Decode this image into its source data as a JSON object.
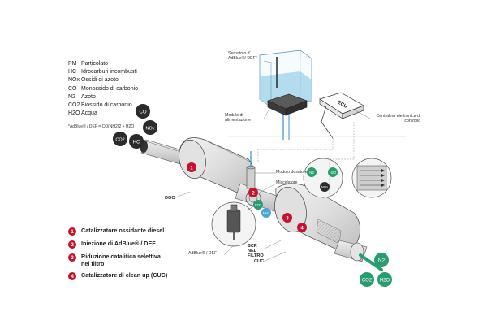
{
  "legend": {
    "items": [
      {
        "abbr": "PM",
        "name": "Particolato"
      },
      {
        "abbr": "HC",
        "name": "Idrocarburi incombusti"
      },
      {
        "abbr": "NOx",
        "name": "Ossidi di azoto"
      },
      {
        "abbr": "CO",
        "name": "Monossido di carbonio"
      },
      {
        "abbr": "N2",
        "name": "Azoto"
      },
      {
        "abbr": "CO2",
        "name": "Biossido di carbonio"
      },
      {
        "abbr": "H2O",
        "name": "Acqua"
      }
    ],
    "note": "*AdBlue® / DEF = CO(NH2)2 + H2O"
  },
  "key": [
    {
      "num": "1",
      "label": "Catalizzatore ossidante diesel"
    },
    {
      "num": "2",
      "label": "Iniezione di AdBlue® / DEF"
    },
    {
      "num": "3",
      "label": "Riduzione catalitica selettiva nel filtro"
    },
    {
      "num": "4",
      "label": "Catalizzatore di clean up (CUC)"
    }
  ],
  "labels": {
    "tank": "Serbatoio d' AdBlue®/ DEF*",
    "supply_module": "Modulo di alimentazione",
    "ecu_box": "ECU",
    "ecu": "Centralina elettronica di controllo",
    "dosing_module": "Modulo dosatore",
    "mixer": "Miscelatore",
    "doc": "DOC",
    "adblue_def": "AdBlue® / DEF",
    "scr_filter": "SCR NEL FILTRO",
    "cuc": "CUC"
  },
  "molecules": {
    "inlet": [
      "CO",
      "NOx",
      "CO2",
      "HC"
    ],
    "outlet": [
      "N2",
      "CO2",
      "H2O"
    ],
    "reaction": [
      "N2",
      "H2O",
      "NOx"
    ],
    "mixer": [
      "CO2",
      "NH3"
    ]
  },
  "colors": {
    "accent_red": "#c4122f",
    "outlet_green": "#2a9d6f",
    "molecule_dark": "#2b2b2b",
    "liquid_blue": "#a8d6ec",
    "pipe_gray": "#cfcfcf"
  }
}
